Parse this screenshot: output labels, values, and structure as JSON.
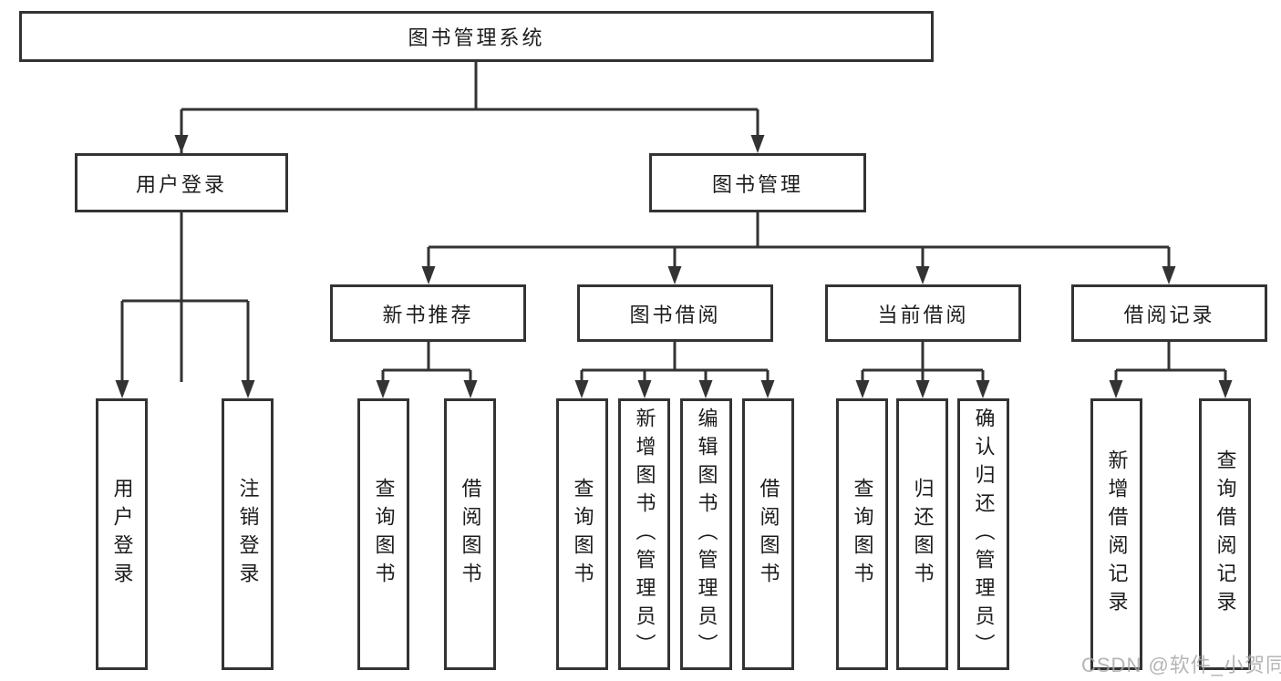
{
  "diagram": {
    "root": {
      "label": "图书管理系统"
    },
    "level2": [
      {
        "label": "用户登录"
      },
      {
        "label": "图书管理"
      }
    ],
    "level3": [
      {
        "label": "新书推荐"
      },
      {
        "label": "图书借阅"
      },
      {
        "label": "当前借阅"
      },
      {
        "label": "借阅记录"
      }
    ],
    "leaves": {
      "user_login": [
        "用户登录",
        "注销登录"
      ],
      "new_book": [
        "查询图书",
        "借阅图书"
      ],
      "book_borrow": [
        "查询图书",
        "新增图书（管理员）",
        "编辑图书（管理员）",
        "借阅图书"
      ],
      "current_borrow": [
        "查询图书",
        "归还图书",
        "确认归还（管理员）"
      ],
      "borrow_record": [
        "新增借阅记录",
        "查询借阅记录"
      ]
    },
    "colors": {
      "line": "#333333",
      "box_border": "#333333",
      "box_fill": "#ffffff",
      "text": "#1c1c1c",
      "watermark": "#a8a8a8"
    }
  },
  "watermark": {
    "text": "CSDN @软件_小贺同学"
  }
}
